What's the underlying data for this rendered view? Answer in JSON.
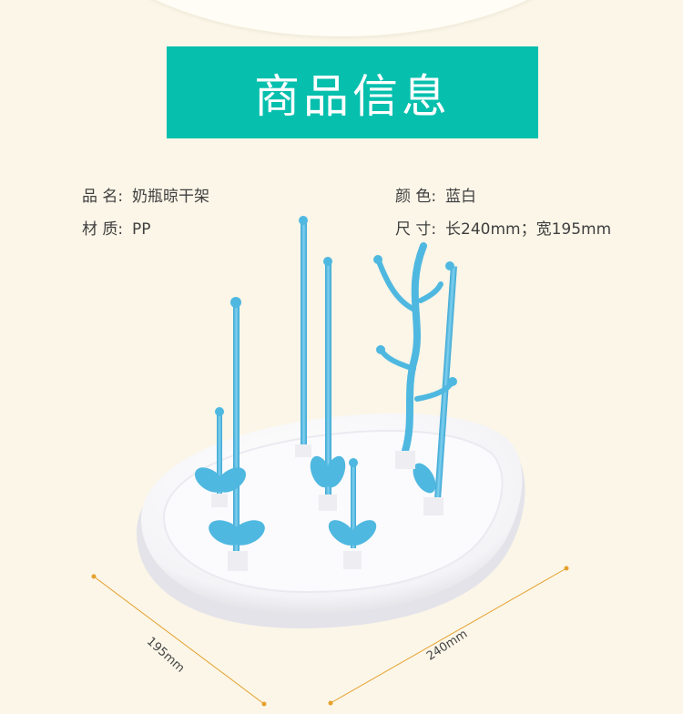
{
  "banner": {
    "title": "商品信息"
  },
  "info": {
    "name": {
      "label": "品  名:",
      "value": "奶瓶晾干架"
    },
    "material": {
      "label": "材  质:",
      "value": "PP"
    },
    "color": {
      "label": "颜  色:",
      "value": "蓝白"
    },
    "size": {
      "label": "尺  寸:",
      "value": "长240mm；宽195mm"
    }
  },
  "dimensions": {
    "width": "195mm",
    "length": "240mm"
  },
  "colors": {
    "banner": "#06bfad",
    "rod": "#4fb8e0",
    "tray": "#ffffff",
    "dimension_line": "#e6a02c"
  }
}
